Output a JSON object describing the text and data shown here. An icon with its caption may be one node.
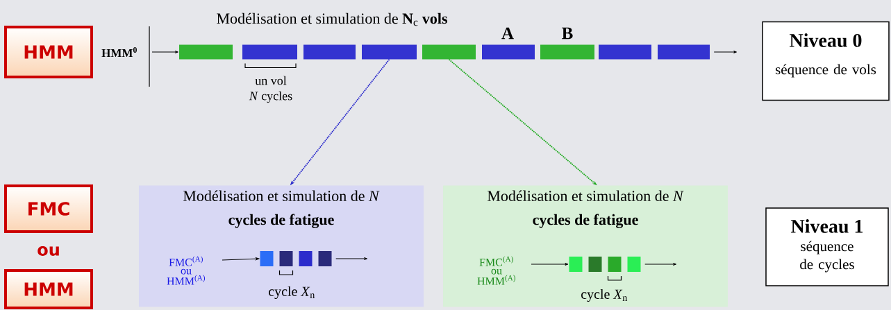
{
  "diagram": {
    "title": "Modélisation et simulation de **N**$_{c}$ **vols**",
    "nodes": [
      {
        "text": [
          "HMM"
        ],
        "beside": [
          "HMM$^{0}$"
        ]
      },
      {
        "text": [],
        "shape": "bar"
      },
      {
        "text": [],
        "shape": "bar",
        "beside": [
          "un vol",
          "*N* cycles"
        ]
      },
      {
        "text": [],
        "shape": "bar"
      },
      {
        "text": [],
        "shape": "bar"
      },
      {
        "text": [],
        "shape": "bar"
      },
      {
        "text": [],
        "shape": "bar",
        "beside": [
          "A"
        ]
      },
      {
        "text": [],
        "shape": "bar",
        "beside": [
          "B"
        ]
      },
      {
        "text": [],
        "shape": "bar"
      },
      {
        "text": [],
        "shape": "bar"
      },
      {
        "text": [
          "Niveau 0",
          "séquence de vols"
        ]
      },
      {
        "text": [
          "FMC"
        ]
      },
      {
        "text": [
          "HMM"
        ]
      },
      {
        "text": [
          "Modélisation et simulation de *N*",
          "cycles de fatigue"
        ]
      },
      {
        "text": [],
        "shape": "box",
        "in": 13
      },
      {
        "text": [],
        "shape": "box",
        "in": 13,
        "beside": [
          "cycle *X*$_{n}$"
        ]
      },
      {
        "text": [],
        "shape": "box",
        "in": 13
      },
      {
        "text": [],
        "shape": "box",
        "in": 13
      },
      {
        "text": [
          "Modélisation et simulation de *N*",
          "cycles de fatigue"
        ]
      },
      {
        "text": [],
        "shape": "box",
        "in": 18
      },
      {
        "text": [],
        "shape": "box",
        "in": 18
      },
      {
        "text": [],
        "shape": "box",
        "in": 18,
        "beside": [
          "cycle *X*$_{n}$"
        ]
      },
      {
        "text": [],
        "shape": "box",
        "in": 18
      },
      {
        "text": [
          "Niveau 1",
          "séquence de cycles"
        ]
      }
    ],
    "edges": [
      {
        "from": null,
        "to": 1,
        "arrow": "to"
      },
      {
        "from": 9,
        "to": null,
        "arrow": "to"
      },
      {
        "from": 4,
        "to": 13,
        "arrow": "to",
        "style": "dashed",
        "color": "#2a2acc"
      },
      {
        "from": 5,
        "to": 18,
        "arrow": "to",
        "style": "dashed",
        "color": "#22aa22"
      },
      {
        "from": null,
        "to": 14,
        "arrow": "to"
      },
      {
        "from": 17,
        "to": null,
        "arrow": "to"
      },
      {
        "from": null,
        "to": 19,
        "arrow": "to"
      },
      {
        "from": 22,
        "to": null,
        "arrow": "to"
      }
    ],
    "labels": [
      "ou",
      "FMC$^{(A)}$ ou HMM$^{(A)}$",
      "FMC$^{(A)}$ ou HMM$^{(A)}$"
    ]
  }
}
